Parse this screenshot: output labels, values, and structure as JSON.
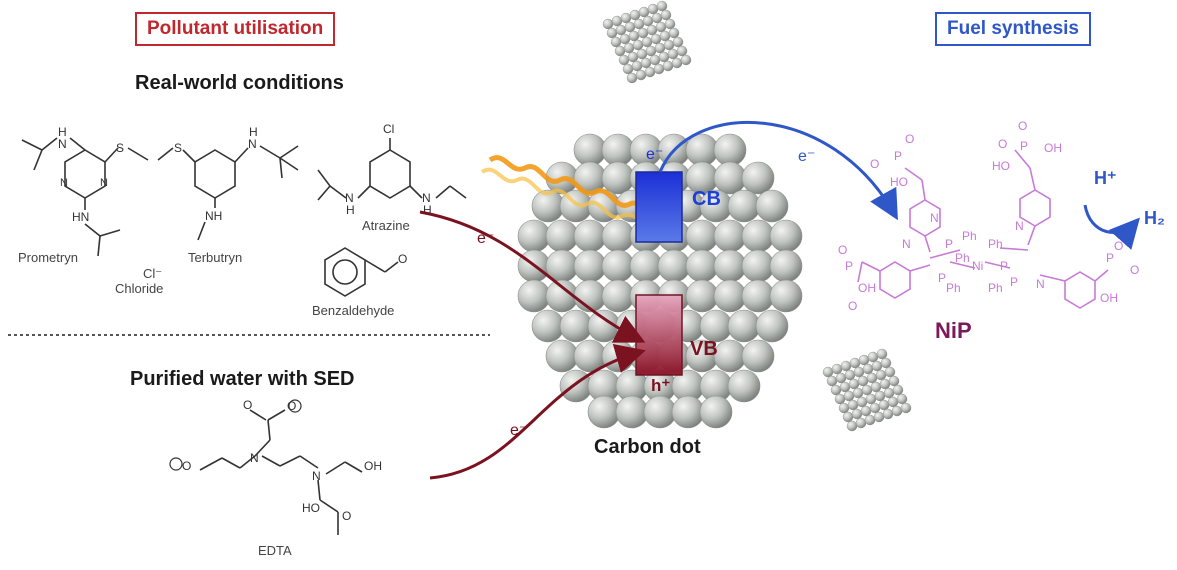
{
  "labels": {
    "pollutant_box": "Pollutant utilisation",
    "fuel_box": "Fuel synthesis",
    "real_world": "Real-world conditions",
    "purified": "Purified water with SED",
    "carbon_dot": "Carbon dot",
    "nip": "NiP",
    "cb": "CB",
    "vb": "VB",
    "h_plus": "h⁺",
    "e_minus": "e⁻",
    "hplus_ion": "H⁺",
    "h2": "H₂"
  },
  "molecules": {
    "prometryn": "Prometryn",
    "terbutryn": "Terbutryn",
    "atrazine": "Atrazine",
    "chloride_ion": "Cl⁻",
    "chloride": "Chloride",
    "benzaldehyde": "Benzaldehyde",
    "edta": "EDTA"
  },
  "colors": {
    "pollutant": "#c0282d",
    "fuel": "#2f57c8",
    "arrow_red": "#7a1220",
    "arrow_blue": "#2f57c8",
    "nip_pink": "#c77ad6",
    "sphere": "#b9beba"
  }
}
